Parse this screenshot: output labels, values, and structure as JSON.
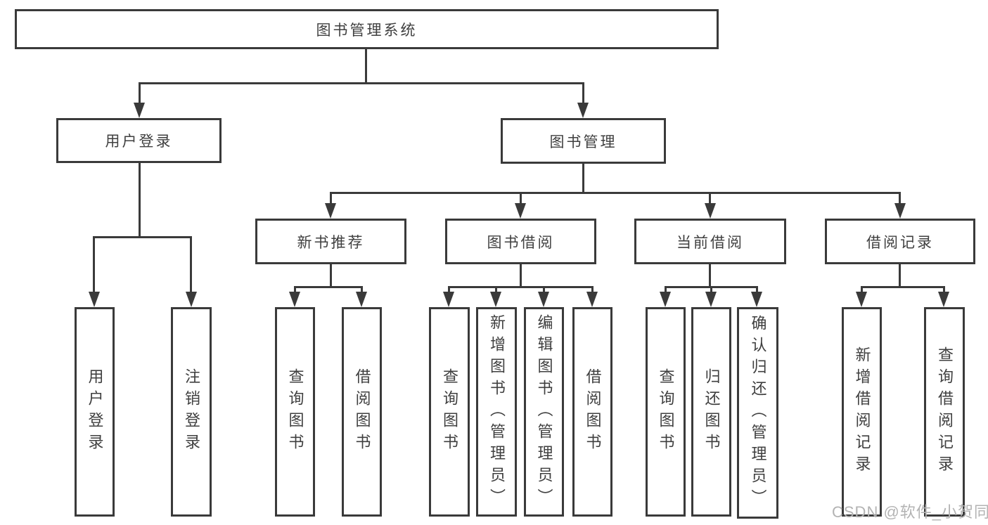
{
  "diagram_title": "图书管理系统",
  "tree": {
    "root": {
      "label": "图书管理系统"
    },
    "branches": [
      {
        "label": "用户登录",
        "children": [
          {
            "label": "用户登录"
          },
          {
            "label": "注销登录"
          }
        ]
      },
      {
        "label": "图书管理",
        "children": [
          {
            "label": "新书推荐",
            "children": [
              {
                "label": "查询图书"
              },
              {
                "label": "借阅图书"
              }
            ]
          },
          {
            "label": "图书借阅",
            "children": [
              {
                "label": "查询图书"
              },
              {
                "label": "新增图书（管理员）"
              },
              {
                "label": "编辑图书（管理员）"
              },
              {
                "label": "借阅图书"
              }
            ]
          },
          {
            "label": "当前借阅",
            "children": [
              {
                "label": "查询图书"
              },
              {
                "label": "归还图书"
              },
              {
                "label": "确认归还（管理员）"
              }
            ]
          },
          {
            "label": "借阅记录",
            "children": [
              {
                "label": "新增借阅记录"
              },
              {
                "label": "查询借阅记录"
              }
            ]
          }
        ]
      }
    ]
  },
  "watermark": {
    "text": "CSDN @软件_小贺同学"
  },
  "colors": {
    "bg": "#ffffff",
    "line": "#3a3a3a",
    "text": "#3f3f3f",
    "watermark": "#b3b3b3"
  }
}
